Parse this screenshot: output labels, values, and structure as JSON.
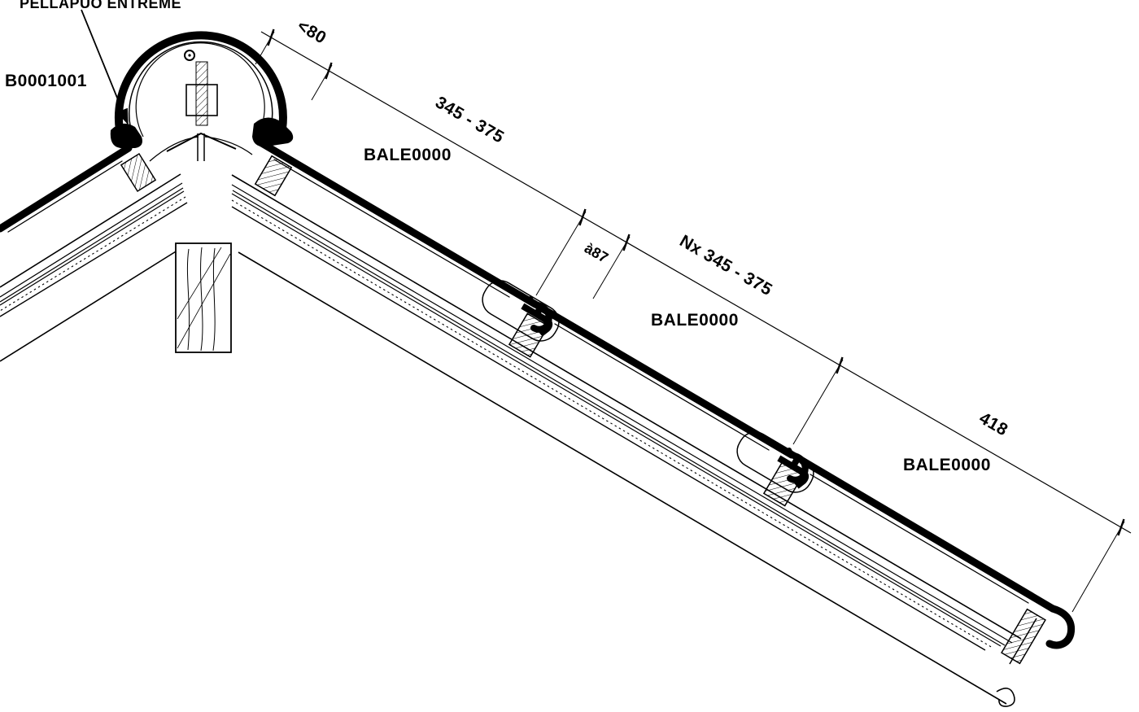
{
  "drawing": {
    "background": "#ffffff",
    "ink": "#000000",
    "top_left_label": "PELLAPUO ENTREME",
    "ridge_accessory_code": "B0001001",
    "batten_codes": [
      "BALE0000",
      "BALE0000",
      "BALE0000"
    ],
    "dimensions": {
      "ridge_overlap": "<80",
      "batten_spacing_top": "345 - 375",
      "batten_spacing_field": "Nx 345 - 375",
      "overlap_min": "à87",
      "eave_spacing": "418"
    }
  }
}
